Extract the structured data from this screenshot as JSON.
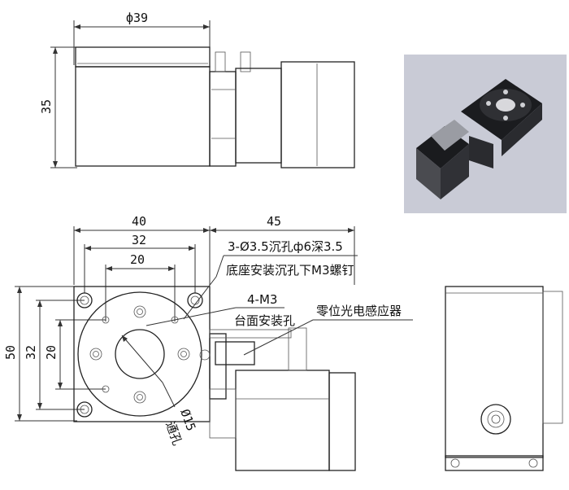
{
  "top_view": {
    "dim_width": "ф39",
    "dim_height": "35"
  },
  "front_view": {
    "dim_width_total": "40",
    "dim_motor_length": "45",
    "dim_hole_spacing_outer": "32",
    "dim_hole_spacing_inner": "20",
    "dim_height_total": "50",
    "dim_height_outer": "32",
    "dim_height_inner": "20",
    "callouts": {
      "counterbore": "3-Ø3.5沉孔ф6深3.5",
      "base_mount": "底座安装沉孔下M3螺钉",
      "tap_holes": "4-M3",
      "table_mount": "台面安装孔",
      "sensor": "零位光电感应器",
      "through_dim": "Ø15",
      "through_label": "通孔"
    }
  },
  "photo": {
    "subject": "rotary-stage-3d-render"
  },
  "colors": {
    "photo_bg": "#c9cbd6",
    "lines": "#333333"
  }
}
